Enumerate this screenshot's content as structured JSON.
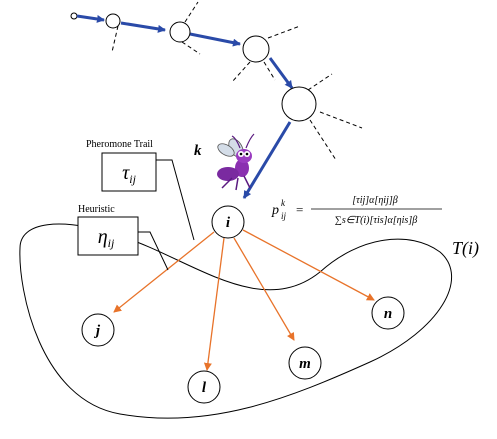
{
  "ant": {
    "label": "k"
  },
  "labels": {
    "pheromone_trail": "Pheromone Trail",
    "pheromone_symbol": "τ",
    "pheromone_sub": "ij",
    "heuristic": "Heuristic",
    "heuristic_symbol": "η",
    "heuristic_sub": "ij",
    "neighborhood": "T(i)"
  },
  "formula": {
    "lhs_base": "p",
    "lhs_sup": "k",
    "lhs_sub": "ij",
    "equals": "=",
    "numerator": "[τij]α[ηij]β",
    "denominator": "∑s∈T(i)[τis]α[ηis]β"
  },
  "nodes": {
    "current": "i",
    "j": "j",
    "l": "l",
    "m": "m",
    "n": "n"
  },
  "colors": {
    "path": "#2a4aa8",
    "edges": "#e8732a",
    "lines": "#000000"
  }
}
